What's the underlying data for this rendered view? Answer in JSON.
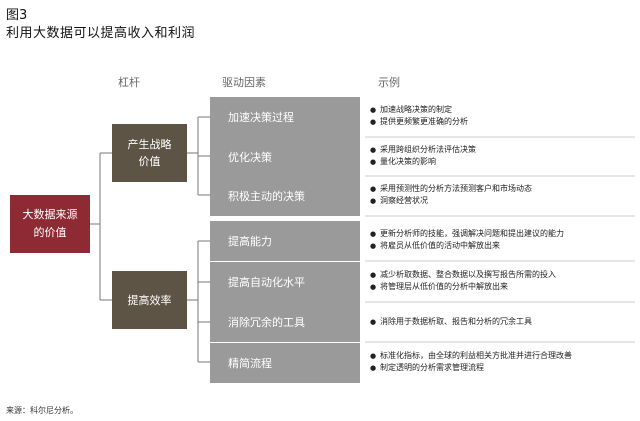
{
  "figure": {
    "number": "图3",
    "title": "利用大数据可以提高收入和利润"
  },
  "columns": {
    "lever": "杠杆",
    "driver": "驱动因素",
    "example": "示例"
  },
  "root": {
    "line1": "大数据来源",
    "line2": "的价值"
  },
  "levers": [
    {
      "line1": "产生战略",
      "line2": "价值"
    },
    {
      "line1": "提高效率",
      "line2": ""
    }
  ],
  "drivers": [
    {
      "label": "加速决策过程",
      "examples": [
        "加速战略决策的制定",
        "提供更频繁更准确的分析"
      ]
    },
    {
      "label": "优化决策",
      "examples": [
        "采用跨组织分析法评估决策",
        "量化决策的影响"
      ]
    },
    {
      "label": "积极主动的决策",
      "examples": [
        "采用预测性的分析方法预测客户和市场动态",
        "洞察经营状况"
      ]
    },
    {
      "label": "提高能力",
      "examples": [
        "更新分析师的技能，强调解决问题和提出建议的能力",
        "将雇员从低价值的活动中解放出来"
      ]
    },
    {
      "label": "提高自动化水平",
      "examples": [
        "减少析取数据、整合数据以及撰写报告所需的投入",
        "将管理层从低价值的分析中解放出来"
      ]
    },
    {
      "label": "消除冗余的工具",
      "examples": [
        "消除用于数据析取、报告和分析的冗余工具"
      ]
    },
    {
      "label": "精简流程",
      "examples": [
        "标准化指标，由全球的利益相关方批准并进行合理改善",
        "制定透明的分析需求管理流程"
      ]
    }
  ],
  "source": "来源：科尔尼分析。",
  "colors": {
    "root": "#8e2a33",
    "lever": "#5e5446",
    "driver": "#9a9a9a"
  }
}
